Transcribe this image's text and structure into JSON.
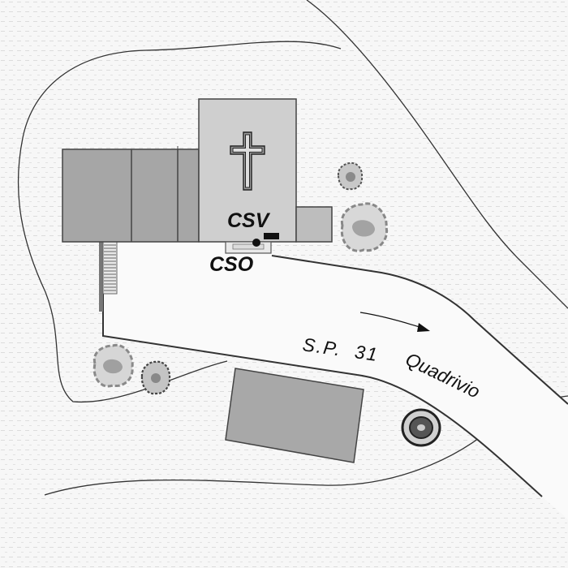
{
  "map": {
    "labels": {
      "csv": "CSV",
      "cso": "CSO",
      "road_number": "S.P. 31",
      "locality": "Quadrivio"
    }
  }
}
